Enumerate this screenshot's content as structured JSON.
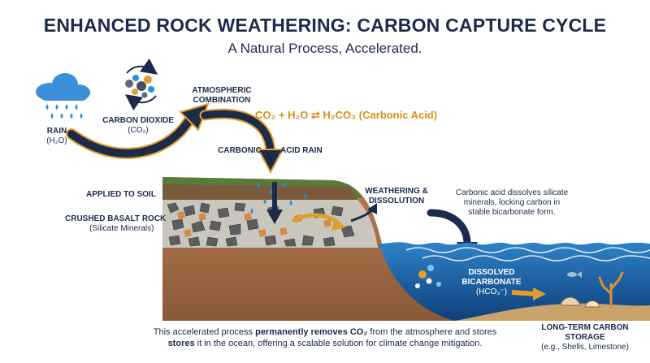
{
  "header": {
    "title": "ENHANCED ROCK WEATHERING: CARBON CAPTURE CYCLE",
    "subtitle": "A Natural Process, Accelerated."
  },
  "labels": {
    "rain": "RAIN",
    "rain_formula": "(H₂O)",
    "co2": "CARBON DIOXIDE",
    "co2_formula": "(CO₂)",
    "atmospheric": "ATMOSPHERIC",
    "combination": "COMBINATION",
    "equation": "CO₂ + H₂O ⇄ H₂CO₃ (Carbonic Acid)",
    "carbonic": "CARBONIC",
    "acid_rain": "ACID RAIN",
    "applied_soil": "APPLIED TO SOIL",
    "basalt": "CRUSHED BASALT ROCK",
    "basalt_sub": "(Silicate Minerals)",
    "weathering": "WEATHERING &",
    "dissolution": "DISSOLUTION",
    "weathering_note_1": "Carbonic acid dissolves silicate",
    "weathering_note_2": "minerals, locking carbon in",
    "weathering_note_3": "stable bicarbonate form.",
    "dissolved": "DISSOLVED",
    "bicarbonate": "BICARBONATE",
    "bicarbonate_formula": "(HCO₃⁻)",
    "storage_1": "LONG-TERM CARBON",
    "storage_2": "STORAGE",
    "storage_sub": "(e.g., Shells, Limestone)"
  },
  "footer": {
    "line1_a": "This accelerated process ",
    "line1_b": "permanently removes CO₂",
    "line1_c": " from the atmosphere and stores",
    "line2_a": "stores",
    "line2_b": " it in the ocean, offering a scalable solution for climate change mitigation."
  },
  "colors": {
    "navy": "#1c2b4a",
    "accent": "#d9901a",
    "soil": "#a9724a",
    "ocean": "#1f6fb5",
    "rain_blue": "#2f8fd6"
  }
}
